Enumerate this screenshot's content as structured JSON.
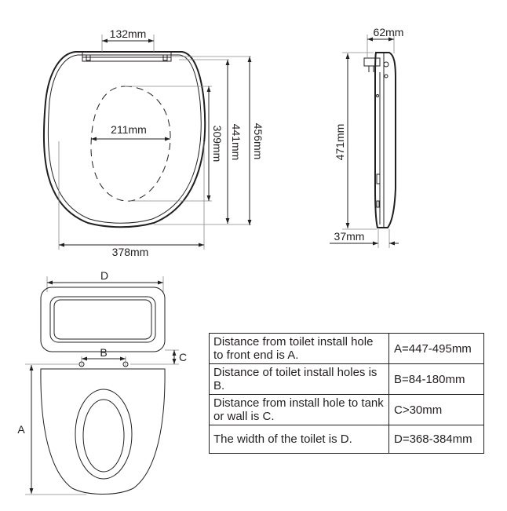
{
  "dimensions": {
    "hinge_width": "132mm",
    "inner_width": "211mm",
    "inner_length": "309mm",
    "seat_length": "441mm",
    "overall_length": "456mm",
    "overall_width": "378mm",
    "side_depth": "62mm",
    "side_length": "471mm",
    "side_base": "37mm"
  },
  "letters": {
    "a": "A",
    "b": "B",
    "c": "C",
    "d": "D"
  },
  "table": {
    "rows": [
      {
        "description": "Distance from toilet install hole to front end is A.",
        "value": "A=447-495mm"
      },
      {
        "description": "Distance of toilet install holes is B.",
        "value": "B=84-180mm"
      },
      {
        "description": "Distance from install hole to tank or wall is C.",
        "value": "C>30mm"
      },
      {
        "description": "The width of the toilet is D.",
        "value": "D=368-384mm"
      }
    ]
  }
}
